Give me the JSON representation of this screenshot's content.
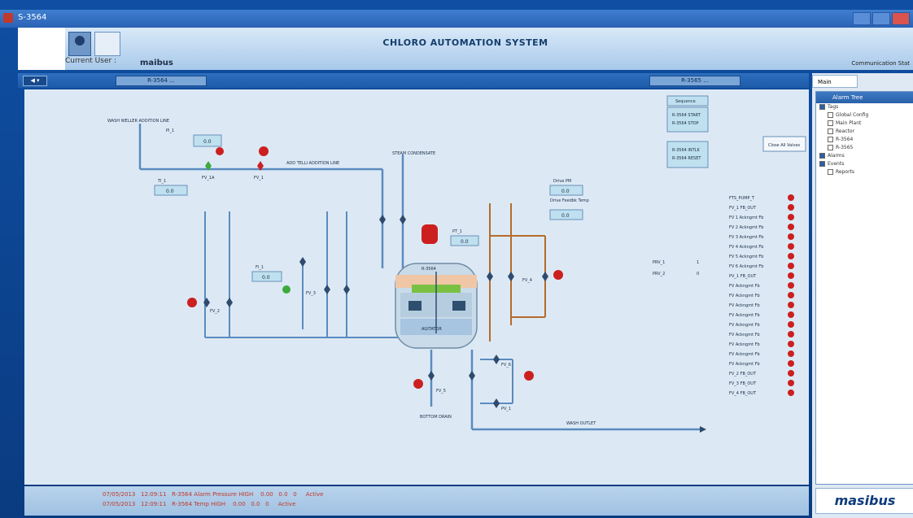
{
  "window": {
    "title": "S-3564"
  },
  "header": {
    "system_title": "CHLORO AUTOMATION SYSTEM",
    "user_label": "Current User :",
    "user_name": "maibus",
    "comm_label": "Communication Stat"
  },
  "toolbar": {
    "back_label": "◀ ▾",
    "left_tag": "R-3564 ...",
    "right_tag": "R-3565 ..."
  },
  "pid": {
    "inlet_label": "WASH WELLER ADDITION LINE",
    "line_label": "ADD TELLI ADDITION LINE",
    "steam_label": "STEAM CONDENSATE",
    "outlet_label": "WASH OUTLET",
    "drain_label": "BOTTOM DRAIN",
    "reactor_label": "R-3564",
    "agitator_label": "AGITATOR",
    "valves": [
      "FV_1A",
      "FV_1",
      "FV_2",
      "FV_3",
      "FV_4",
      "FV_5",
      "FV_6",
      "PV_1"
    ],
    "boxes": [
      {
        "label": "PI_1",
        "value": "0.0"
      },
      {
        "label": "TI_1",
        "value": "0.0"
      },
      {
        "label": "FI_1",
        "value": "0.0"
      },
      {
        "label": "PT_1",
        "value": "0.0"
      },
      {
        "label": "Drive PM",
        "value": "0.0"
      },
      {
        "label": "Drive Feedbk Temp",
        "value": "0.0"
      }
    ],
    "sequence_box": {
      "title": "Sequence",
      "items": [
        "R-3564 START",
        "R-3564 STOP"
      ]
    },
    "interlock_box": {
      "items": [
        "R-3564 INTLK",
        "R-3564 RESET"
      ]
    },
    "close_btn": "Close All Valves",
    "mid_status": [
      {
        "tag": "PRV_1",
        "value": "1"
      },
      {
        "tag": "PRV_2",
        "value": "0"
      }
    ]
  },
  "alarms": [
    "FTS_PUMP_T",
    "FV_1 FB_OUT",
    "FV 1 Ackngmt Fb",
    "FV 2 Ackngmt Fb",
    "FV 3 Ackngmt Fb",
    "FV 4 Ackngmt Fb",
    "FV 5 Ackngmt Fb",
    "FV 6 Ackngmt Fb",
    "PV_1 FB_OUT",
    "FV Ackngmt Fb",
    "FV Ackngmt Fb",
    "FV Ackngmt Fb",
    "FV Ackngmt Fb",
    "FV Ackngmt Fb",
    "FV Ackngmt Fb",
    "FV Ackngmt Fb",
    "FV Ackngmt Fb",
    "FV Ackngmt Fb",
    "FV_2 FB_OUT",
    "FV_3 FB_OUT",
    "FV_4 FB_OUT"
  ],
  "events": [
    "07/05/2013   12:09:11   R-3564 Alarm Pressure HIGH    0.00   0.0   0     Active",
    "07/05/2013   12:09:11   R-3564 Temp HIGH    0.00   0.0   0     Active"
  ],
  "right_panel": {
    "tab_label": "Main",
    "header": "Alarm Tree",
    "tree": [
      {
        "label": "Tags",
        "level": 0,
        "checked": true
      },
      {
        "label": "Global Config",
        "level": 1,
        "checked": false
      },
      {
        "label": "Main Plant",
        "level": 1,
        "checked": false
      },
      {
        "label": "Reactor",
        "level": 1,
        "checked": false
      },
      {
        "label": "R-3564",
        "level": 1,
        "checked": false
      },
      {
        "label": "R-3565",
        "level": 1,
        "checked": false
      },
      {
        "label": "Alarms",
        "level": 0,
        "checked": true
      },
      {
        "label": "Events",
        "level": 0,
        "checked": true
      },
      {
        "label": "Reports",
        "level": 1,
        "checked": false
      }
    ],
    "brand": "masibus"
  },
  "colors": {
    "pipe": "#5a8bbf",
    "hot_pipe": "#b56b2a",
    "alarm": "#cc1f1f",
    "ok": "#3cab3c"
  }
}
